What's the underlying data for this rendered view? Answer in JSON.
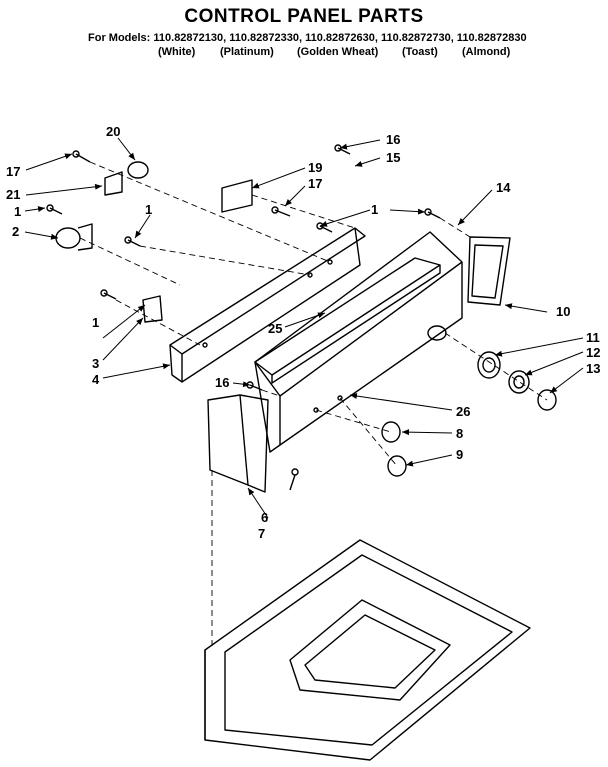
{
  "header": {
    "title": "CONTROL PANEL PARTS",
    "models_line": "For Models: 110.82872130, 110.82872330, 110.82872630, 110.82872730, 110.82872830",
    "colors": [
      "(White)",
      "(Platinum)",
      "(Golden Wheat)",
      "(Toast)",
      "(Almond)"
    ]
  },
  "callouts": [
    "20",
    "17",
    "21",
    "1",
    "2",
    "16",
    "19",
    "15",
    "17",
    "1",
    "14",
    "1",
    "3",
    "4",
    "25",
    "10",
    "11",
    "12",
    "13",
    "16",
    "26",
    "8",
    "9",
    "6",
    "7",
    "1"
  ]
}
